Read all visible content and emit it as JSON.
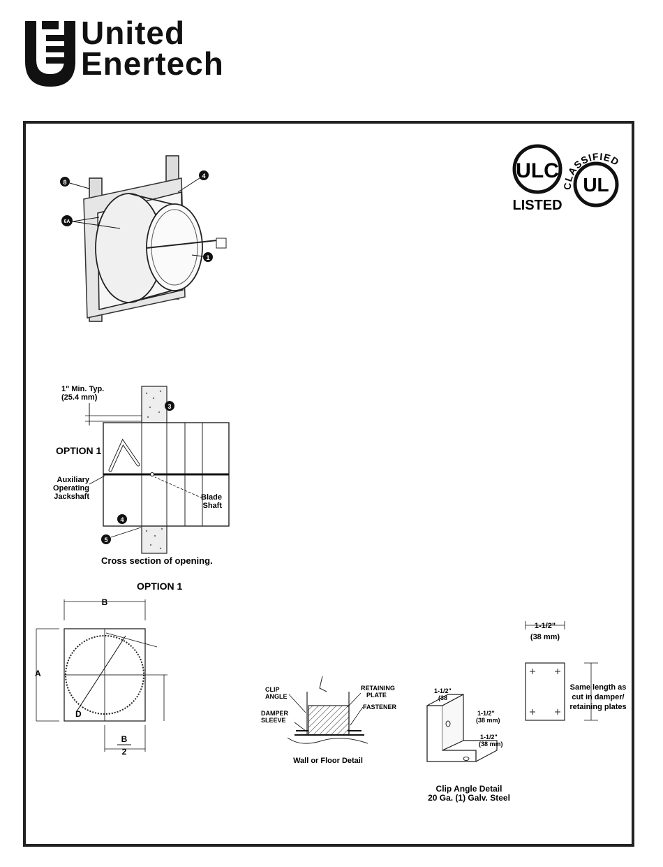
{
  "brand": {
    "line1": "United",
    "line2": "Enertech"
  },
  "certification": {
    "ulc_mark": "ULC",
    "ulc_listed": "LISTED",
    "ul_classified": "CLASSIFIED",
    "ul_mark": "UL"
  },
  "isometric": {
    "callouts": [
      "8",
      "4",
      "6A",
      "1"
    ]
  },
  "cross_section": {
    "min_label": "1\" Min. Typ.",
    "min_label_mm": "(25.4 mm)",
    "option": "OPTION 1",
    "jackshaft_label": [
      "Auxiliary",
      "Operating",
      "Jackshaft"
    ],
    "blade_shaft_label": [
      "Blade",
      "Shaft"
    ],
    "callouts": [
      "3",
      "4",
      "5"
    ],
    "caption": "Cross section of opening."
  },
  "front_view": {
    "option": "OPTION 1",
    "dim_b": "B",
    "dim_a": "A",
    "dim_d": "D",
    "half_b_num": "B",
    "half_b_den": "2"
  },
  "wall_detail": {
    "clip_angle": [
      "CLIP",
      "ANGLE"
    ],
    "damper_sleeve": [
      "DAMPER",
      "SLEEVE"
    ],
    "retaining_plate": [
      "RETAINING",
      "PLATE"
    ],
    "fastener": "FASTENER",
    "caption": "Wall or Floor Detail"
  },
  "clip_angle": {
    "dim1": "1-1/2\"",
    "dim1_mm": "(38",
    "dim2": "1-1/2\"",
    "dim2_mm": "(38 mm)",
    "dim3": "1-1/2\"",
    "dim3_mm": "(38 mm)",
    "caption1": "Clip Angle Detail",
    "caption2": "20 Ga. (1) Galv. Steel"
  },
  "plate_detail": {
    "width": "1-1/2\"",
    "width_mm": "(38 mm)",
    "note": [
      "Same length as",
      "cut in damper/",
      "retaining plates"
    ]
  }
}
